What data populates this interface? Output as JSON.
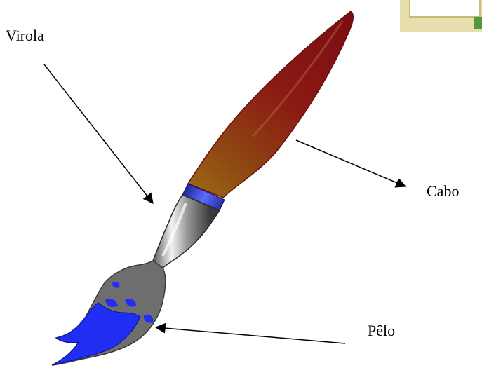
{
  "labels": {
    "virola": "Virola",
    "cabo": "Cabo",
    "pelo": "Pêlo"
  },
  "colors": {
    "background": "#ffffff",
    "handle_tip": "#8b0f16",
    "handle_base": "#9a5a12",
    "band": "#2c3bd6",
    "ferrule": "#9a9a9a",
    "bristles": "#6e6e6e",
    "paint": "#1f2ef2",
    "frame": "#d8cc8a",
    "frame_accent": "#4f9a3b"
  },
  "icons": {
    "illustration": "paintbrush-icon",
    "corner": "picture-frame-icon"
  }
}
